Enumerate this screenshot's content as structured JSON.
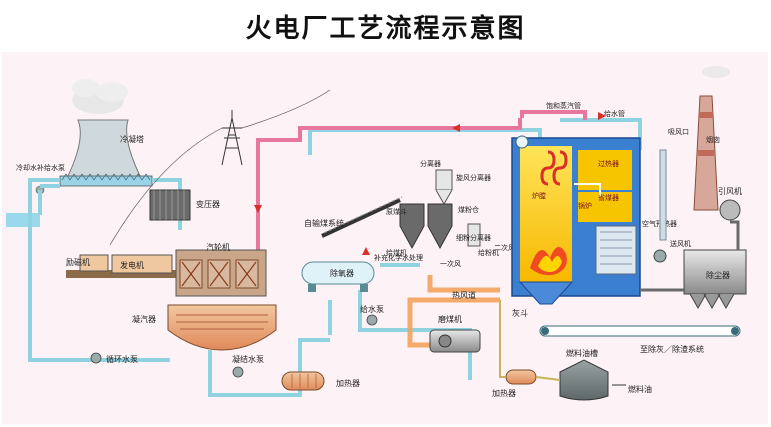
{
  "title": "火电厂工艺流程示意图",
  "labels": {
    "cooling_tower": "冷凝塔",
    "makeup_pump": "冷却水补给水泵",
    "transformer": "变压器",
    "exciter": "励磁机",
    "generator": "发电机",
    "turbine": "汽轮机",
    "condenser": "凝汽器",
    "circ_pump": "循环水泵",
    "condensate_pump": "凝结水泵",
    "heater_low": "加热器",
    "deaerator": "除氧器",
    "feedwater_pump": "给水泵",
    "chem_water": "补充化学水处理",
    "coal_conveyor": "自输煤系统",
    "coal_bin": "原煤斗",
    "feeder": "给煤机",
    "separator": "分离器",
    "cyclone": "旋风分离器",
    "powder_bin": "煤粉仓",
    "fine_powder": "细粉分离器",
    "powder_feeder": "给粉机",
    "primary_air": "一次风",
    "secondary_air": "二次风",
    "hot_air_duct": "热风道",
    "coal_mill": "磨煤机",
    "sat_steam_pipe": "饱和蒸汽管",
    "feedwater_pipe": "给水管",
    "superheater": "过热器",
    "furnace": "炉膛",
    "economizer": "省煤器",
    "drum": "锅炉",
    "air_preheater": "空气预热器",
    "fd_fan": "送风机",
    "air_inlet": "吸风口",
    "chimney": "烟囱",
    "id_fan": "引风机",
    "dust_collector": "除尘器",
    "ash_hopper": "灰斗",
    "to_ash_system": "至除灰／除渣系统",
    "fuel_oil_tank": "燃料油槽",
    "fuel_oil": "燃料油",
    "oil_heater": "加热器"
  },
  "colors": {
    "water": "#8fd3e0",
    "steam": "#e8779f",
    "air": "#f2a35c",
    "boiler": "#3a7fd0",
    "flame": "#f7c400"
  }
}
